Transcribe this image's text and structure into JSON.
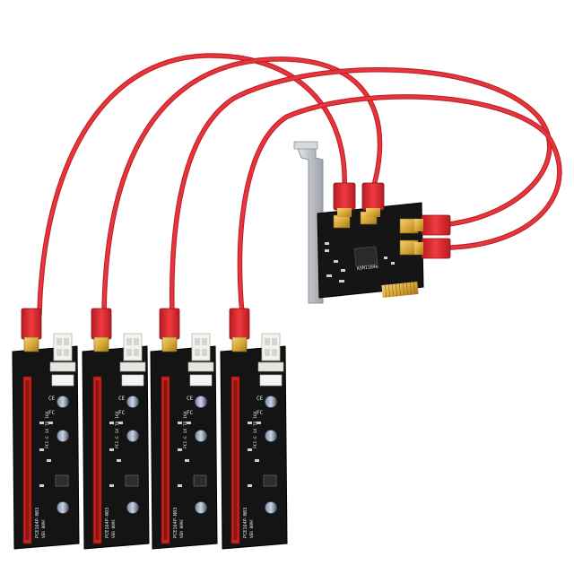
{
  "photo": {
    "subject": "pcie-1-to-4-riser-kit",
    "colors": {
      "background": "#ffffff",
      "cable": "#e0282f",
      "cable_dark": "#b81d24",
      "pcb": "#141414",
      "slot": "#c8231f",
      "gold": "#d9a93a",
      "bracket": "#c9ccd0",
      "capacitor": "#5a6a82"
    }
  },
  "adapter_card": {
    "usb_ports": 4,
    "labels": {
      "mark": "ASM1184e"
    }
  },
  "riser_boards": [
    {
      "label": "PCE164P-N03",
      "sublabel": "PCI-E 1X TO 16X",
      "rating": "VER 009C",
      "ce": "CE",
      "fc": "FC"
    },
    {
      "label": "PCE164P-N03",
      "sublabel": "PCI-E 1X TO 16X",
      "rating": "VER 009C",
      "ce": "CE",
      "fc": "FC"
    },
    {
      "label": "PCE164P-N03",
      "sublabel": "PCI-E 1X TO 16X",
      "rating": "VER 009C",
      "ce": "CE",
      "fc": "FC"
    },
    {
      "label": "PCE164P-N03",
      "sublabel": "PCI-E 1X TO 16X",
      "rating": "VER 009C",
      "ce": "CE",
      "fc": "FC"
    }
  ]
}
